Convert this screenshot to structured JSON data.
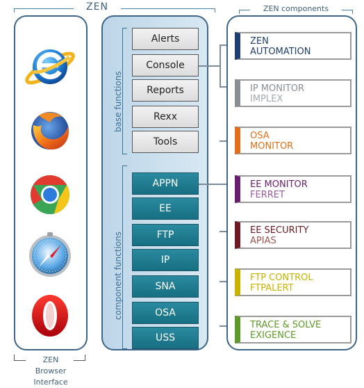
{
  "header": {
    "zen_label": "ZEN",
    "components_label": "ZEN components"
  },
  "browser": {
    "caption_line1": "ZEN",
    "caption_line2": "Browser",
    "caption_line3": "Interface",
    "icons": [
      "internet-explorer-icon",
      "firefox-icon",
      "chrome-icon",
      "safari-icon",
      "opera-icon"
    ]
  },
  "functions": {
    "base_label": "base functions",
    "component_label": "component functions",
    "base": [
      "Alerts",
      "Console",
      "Reports",
      "Rexx",
      "Tools"
    ],
    "component": [
      "APPN",
      "EE",
      "FTP",
      "IP",
      "SNA",
      "OSA",
      "USS"
    ]
  },
  "components": [
    {
      "line1": "ZEN",
      "line2": "AUTOMATION",
      "color1": "#1f3f6e",
      "color2": "#1f3f6e",
      "accent": "#1f3f6e"
    },
    {
      "line1": "IP MONITOR",
      "line2": "IMPLEX",
      "color1": "#8a8f96",
      "color2": "#a3a8ad",
      "accent": "#8a8f96"
    },
    {
      "line1": "OSA",
      "line2": "MONITOR",
      "color1": "#e0701c",
      "color2": "#e0701c",
      "accent": "#e0701c"
    },
    {
      "line1": "EE MONITOR",
      "line2": "FERRET",
      "color1": "#6a1f6e",
      "color2": "#9c5aa0",
      "accent": "#6a1f6e"
    },
    {
      "line1": "EE SECURITY",
      "line2": "APIAS",
      "color1": "#6e1a22",
      "color2": "#a0544f",
      "accent": "#6e1a22"
    },
    {
      "line1": "FTP CONTROL",
      "line2": "FTPALERT",
      "color1": "#c8b400",
      "color2": "#c8b400",
      "accent": "#c8b400"
    },
    {
      "line1": "TRACE & SOLVE",
      "line2": "EXIGENCE",
      "color1": "#5e9a2a",
      "color2": "#5e9a2a",
      "accent": "#5e9a2a"
    }
  ]
}
